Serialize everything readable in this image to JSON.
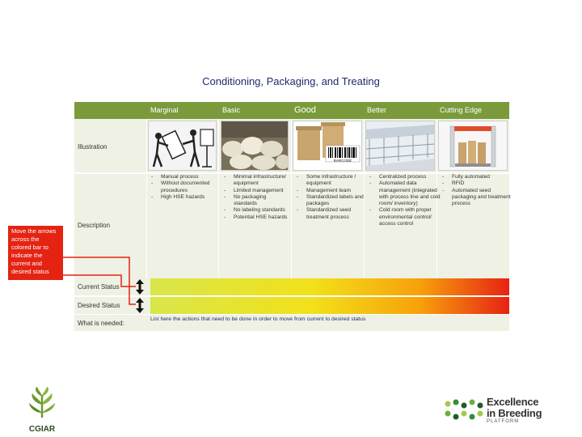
{
  "page": {
    "title": "Conditioning, Packaging, and Treating"
  },
  "header": {
    "columns": [
      "Marginal",
      "Basic",
      "Good",
      "Better",
      "Cutting Edge"
    ]
  },
  "rows": {
    "illustration": "Illustration",
    "description": "Description",
    "current_status": "Current Status",
    "desired_status": "Desired Status",
    "what_needed": "What is needed:"
  },
  "illustrations": [
    "workers-manual-packaging",
    "seed-sacks-warehouse",
    "paper-bags-barcode",
    "cold-room-storage",
    "automated-seed-processing"
  ],
  "barcode_text": "BARCODE",
  "descriptions": {
    "marginal": [
      "Manual process",
      "Without documented procedures",
      "High HSE hazards"
    ],
    "basic": [
      "Minimal infrastructure/ equipment",
      "Limited management",
      "No packaging standards",
      "No labeling standards",
      "Potential HSE hazards"
    ],
    "good": [
      "Some infrastructure / equipment",
      "Management team",
      "Standardized labels and packages",
      "Standardized seed treatment process"
    ],
    "better": [
      "Centralized process",
      "Automated data management (integrated with process line and cold room/ inventory)",
      "Cold room with proper environmental control/ access control"
    ],
    "cutting_edge": [
      "Fully automated",
      "RFID",
      "Automated seed packaging and treatment process"
    ]
  },
  "note": "Move the arrows across the colored bar to indicate the current and desired status",
  "actions_text": "List here the actions that need to be done in order to move from current to desired status",
  "logos": {
    "cgiar": "CGIAR",
    "eib_line1": "Excellence",
    "eib_line2": "in Breeding",
    "eib_line3": "PLATFORM"
  },
  "colors": {
    "header_green": "#7b9a3b",
    "band": "#eef1e4",
    "note_red": "#e42312",
    "title": "#1f2a6b"
  }
}
